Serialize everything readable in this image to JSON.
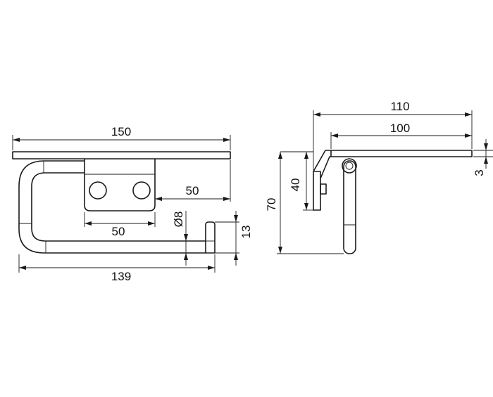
{
  "front_view": {
    "overall_width_label": "150",
    "tube_span_label": "139",
    "hole_spacing_label": "50",
    "plate_to_end_label": "50",
    "rod_diameter_label": "Ø8",
    "end_cap_height_label": "13"
  },
  "side_view": {
    "overall_depth_label": "110",
    "shelf_depth_label": "100",
    "shelf_thickness_label": "3",
    "plate_height_label": "40",
    "overall_height_label": "70"
  }
}
